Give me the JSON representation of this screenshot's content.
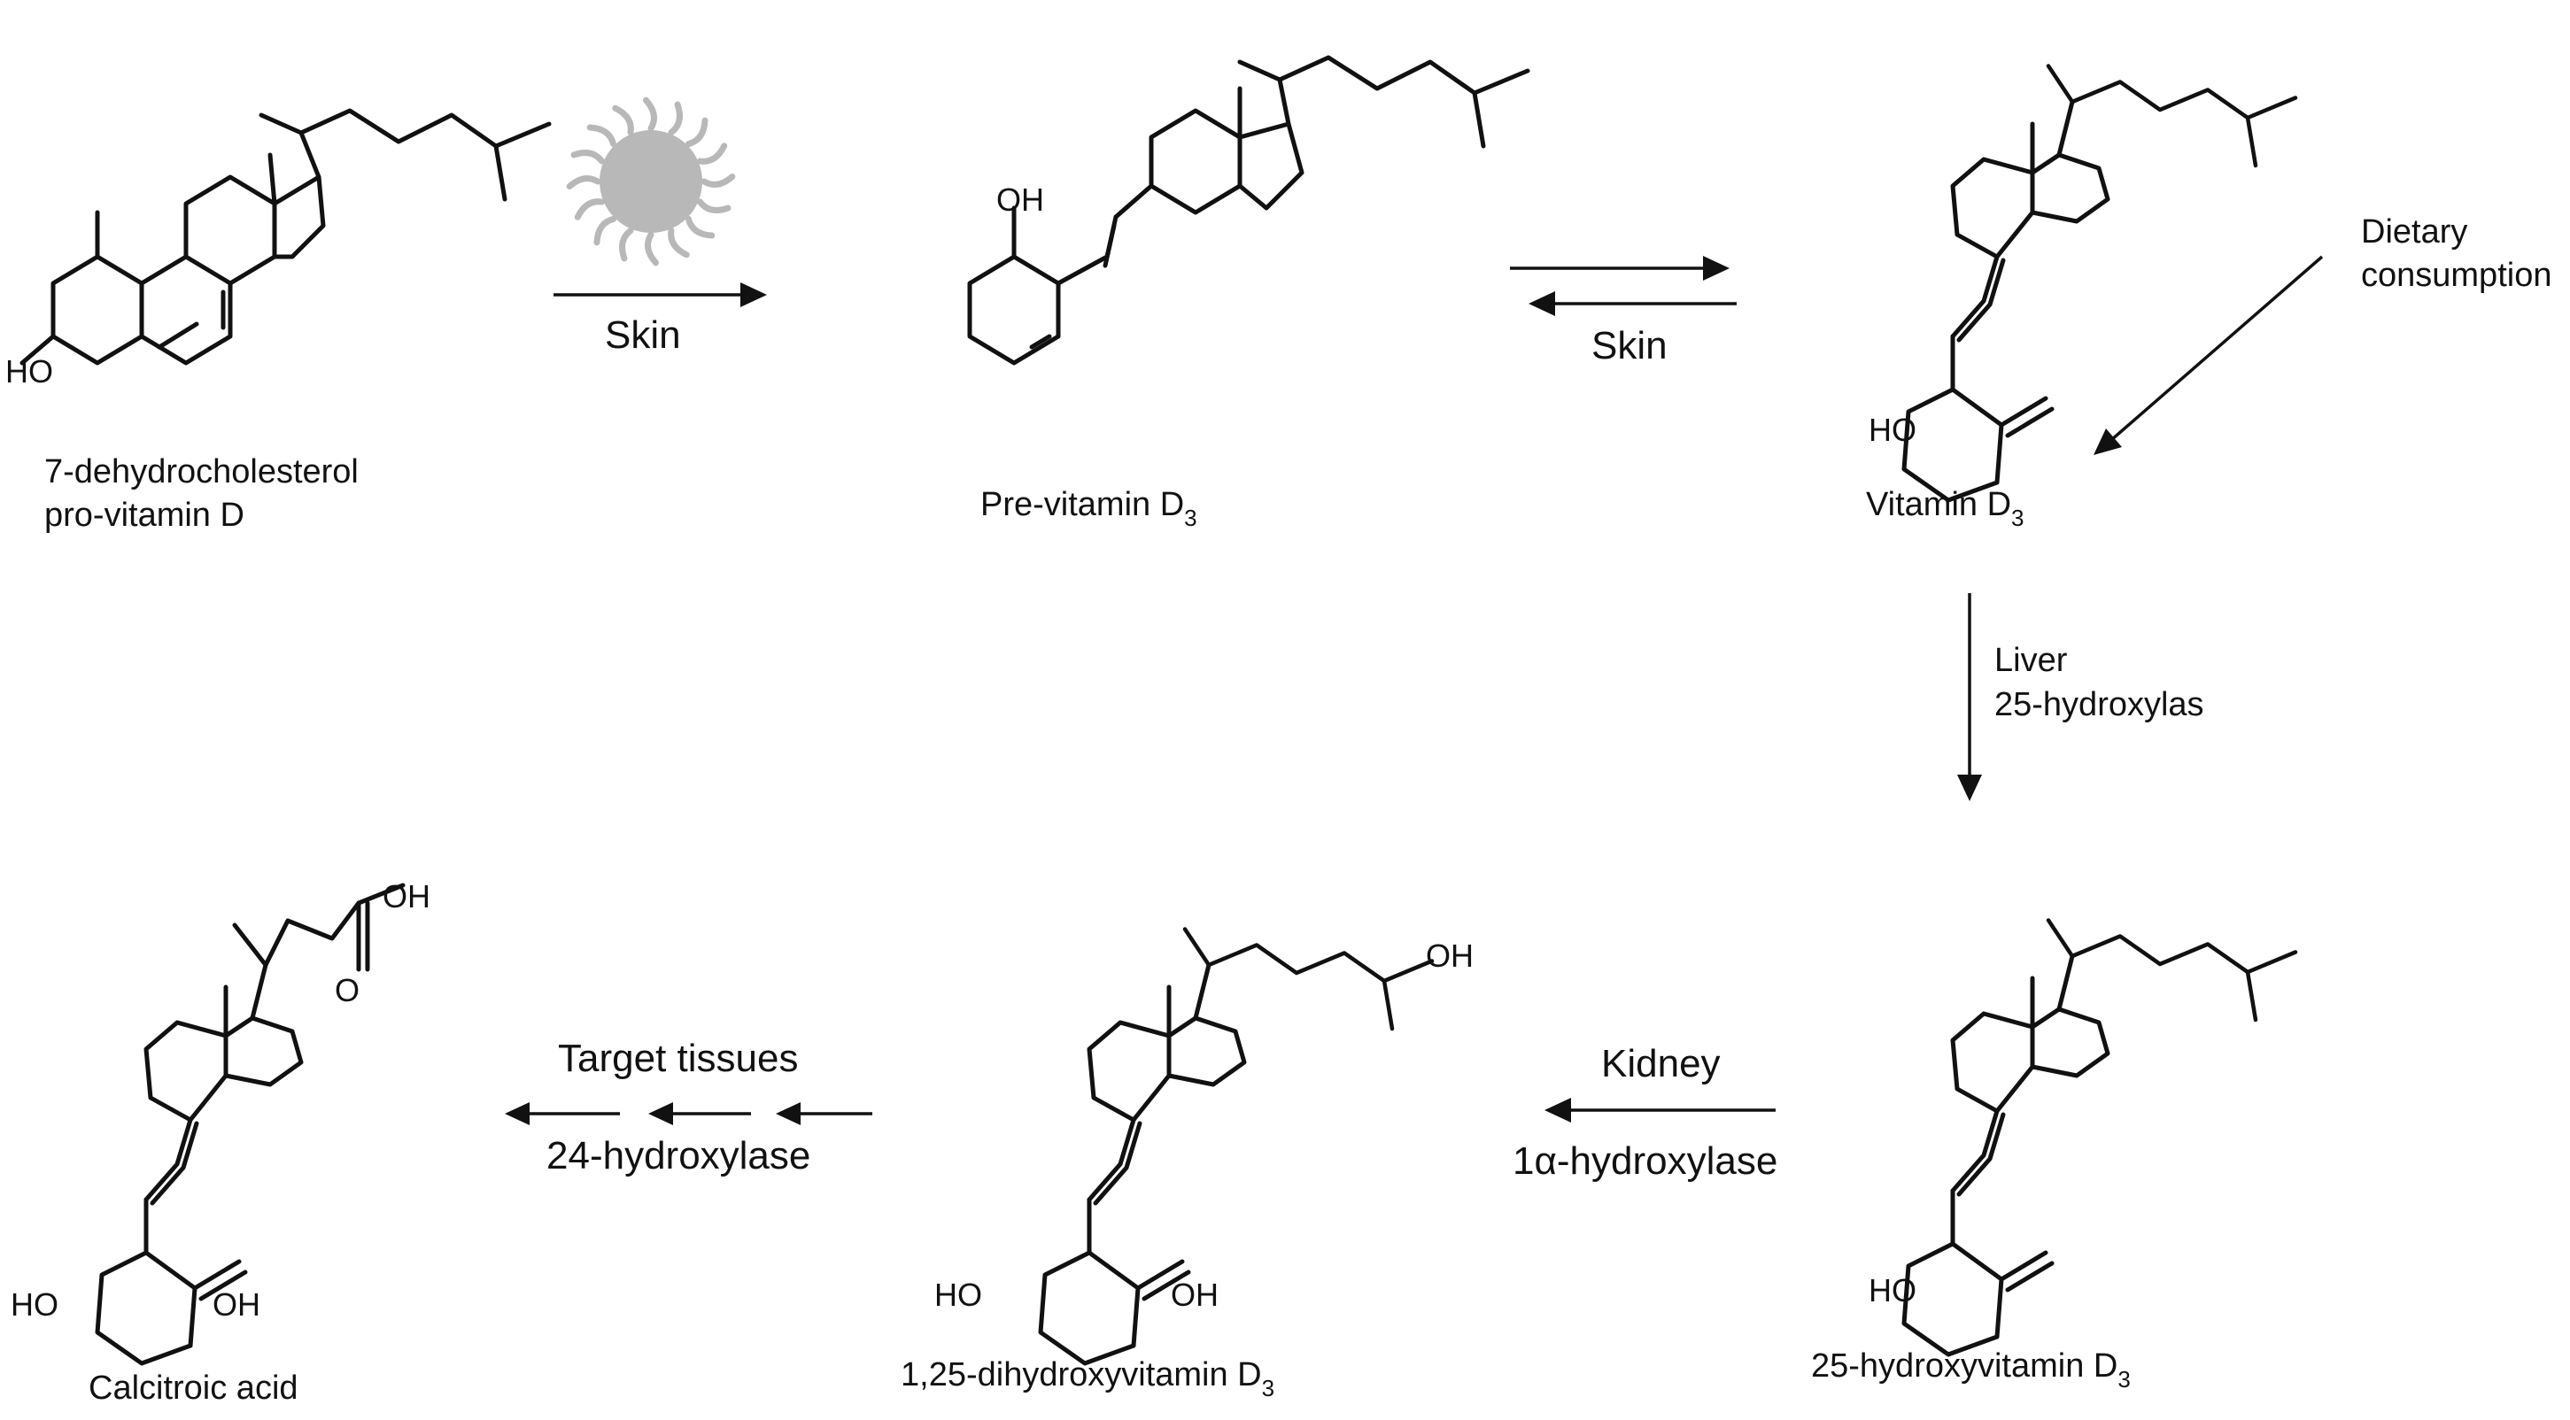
{
  "compounds": {
    "dehydrocholesterol": {
      "line1": "7-dehydrocholesterol",
      "line2": "pro-vitamin D"
    },
    "previtamin": {
      "name": "Pre-vitamin D",
      "sub": "3"
    },
    "vitamin_d3": {
      "name": "Vitamin D",
      "sub": "3"
    },
    "hydroxy25": {
      "name": "25-hydroxyvitamin D",
      "sub": "3"
    },
    "dihydroxy": {
      "name": "1,25-dihydroxyvitamin D",
      "sub": "3"
    },
    "calcitroic": {
      "name": "Calcitroic acid"
    }
  },
  "atoms": {
    "ho": "HO",
    "oh": "OH",
    "o": "O"
  },
  "steps": {
    "skin1": "Skin",
    "skin2": "Skin",
    "dietary_line1": "Dietary",
    "dietary_line2": "consumption",
    "liver_line1": "Liver",
    "liver_line2": "25-hydroxylas",
    "kidney_line1": "Kidney",
    "kidney_line2": "1α-hydroxylase",
    "target_line1": "Target tissues",
    "target_line2": "24-hydroxylase"
  },
  "icons": [
    "sun-icon"
  ],
  "colors": {
    "sun": "#b8b8b8",
    "ink": "#111111"
  }
}
